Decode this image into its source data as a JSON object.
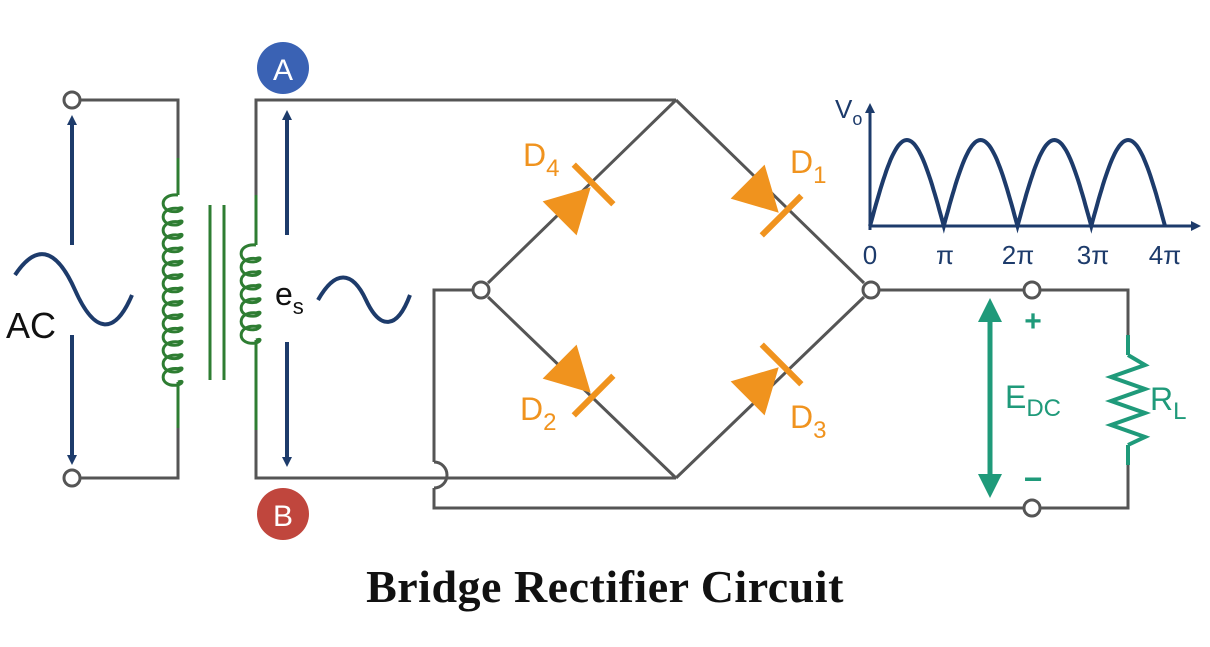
{
  "title": "Bridge Rectifier Circuit",
  "colors": {
    "wire": "#555555",
    "coil": "#2e7d32",
    "diode": "#f0931e",
    "arrow": "#1d3b6b",
    "dc": "#1f9a7a",
    "badge_a": "#3a62b4",
    "badge_b": "#c0463d",
    "caption": "#111111"
  },
  "source": {
    "label": "AC"
  },
  "secondary": {
    "label_main": "e",
    "label_sub": "s"
  },
  "nodes": {
    "a": "A",
    "b": "B"
  },
  "diodes": [
    {
      "id": "D1",
      "main": "D",
      "sub": "1"
    },
    {
      "id": "D2",
      "main": "D",
      "sub": "2"
    },
    {
      "id": "D3",
      "main": "D",
      "sub": "3"
    },
    {
      "id": "D4",
      "main": "D",
      "sub": "4"
    }
  ],
  "load": {
    "resistor": {
      "main": "R",
      "sub": "L"
    },
    "voltage": {
      "main": "E",
      "sub": "DC"
    },
    "plus": "+",
    "minus": "−"
  },
  "waveform": {
    "ylabel_main": "V",
    "ylabel_sub": "o",
    "ticks": [
      "0",
      "π",
      "2π",
      "3π",
      "4π"
    ]
  }
}
